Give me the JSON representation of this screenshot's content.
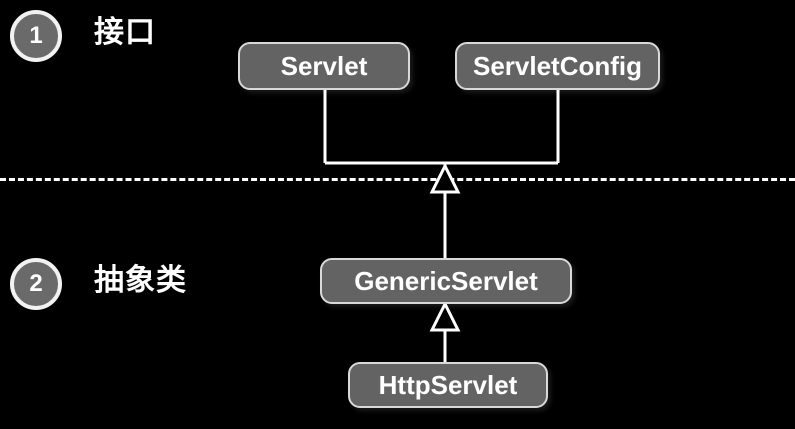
{
  "diagram": {
    "title": "Servlet interface and abstract class hierarchy",
    "background_color": "#000000",
    "node_fill_color": "#636363",
    "node_border_color": "#d9d9d9",
    "text_color": "#ffffff",
    "line_color": "#ffffff"
  },
  "sections": [
    {
      "badge": "1",
      "label": "接口",
      "label_meaning": "Interface"
    },
    {
      "badge": "2",
      "label": "抽象类",
      "label_meaning": "Abstract class"
    }
  ],
  "nodes": [
    {
      "id": "servlet",
      "label": "Servlet",
      "section": 1
    },
    {
      "id": "servletconfig",
      "label": "ServletConfig",
      "section": 1
    },
    {
      "id": "genericservlet",
      "label": "GenericServlet",
      "section": 2
    },
    {
      "id": "httpservlet",
      "label": "HttpServlet",
      "section": 2
    }
  ],
  "edges": [
    {
      "from": "genericservlet",
      "to": "servlet",
      "type": "implements",
      "arrow": "hollow-triangle"
    },
    {
      "from": "genericservlet",
      "to": "servletconfig",
      "type": "implements",
      "arrow": "hollow-triangle"
    },
    {
      "from": "httpservlet",
      "to": "genericservlet",
      "type": "extends",
      "arrow": "hollow-triangle"
    }
  ]
}
